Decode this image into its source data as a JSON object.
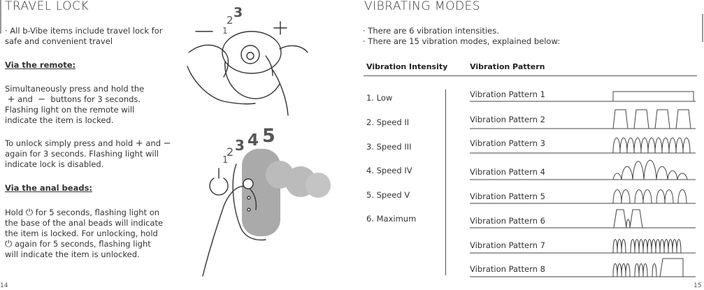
{
  "left": {
    "title": "TRAVEL LOCK",
    "intro": [
      "· All b-Vibe items include travel lock for",
      "safe and convenient travel"
    ],
    "remote_heading": "Via the remote:",
    "remote_lock": [
      "Simultaneously press and hold the",
      "and",
      "buttons for 3 seconds.",
      "Flashing light on the remote will",
      "indicate the item is locked."
    ],
    "remote_unlock": [
      "To unlock simply press and hold",
      "and",
      "again for 3 seconds. Flashing light will",
      "indicate lock is disabled."
    ],
    "beads_heading": "Via the anal beads:",
    "beads_text": [
      "Hold",
      "for 5 seconds, flashing light on",
      "the base of the anal beads will indicate",
      "the item is locked. For unlocking, hold",
      "again for 5 seconds, flashing light",
      "will indicate the item is unlocked."
    ],
    "page_number": "14",
    "figure_top_numbers": [
      "1",
      "2",
      "3"
    ],
    "figure_bottom_numbers": [
      "1",
      "2",
      "3",
      "4",
      "5"
    ]
  },
  "right": {
    "title": "VIBRATING MODES",
    "bullets": [
      "· There are 6 vibration intensities.",
      "· There are 15 vibration modes, explained below:"
    ],
    "header_intensity": "Vibration Intensity",
    "header_pattern": "Vibration Pattern",
    "intensities": [
      "1. Low",
      "2. Speed II",
      "3. Speed III",
      "4. Speed IV",
      "5. Speed V",
      "6. Maximum"
    ],
    "patterns": [
      "Vibration Pattern 1",
      "Vibration Pattern 2",
      "Vibration Pattern 3",
      "Vibration Pattern 4",
      "Vibration Pattern 5",
      "Vibration Pattern 6",
      "Vibration Pattern 7",
      "Vibration Pattern 8"
    ],
    "page_number": "15"
  }
}
